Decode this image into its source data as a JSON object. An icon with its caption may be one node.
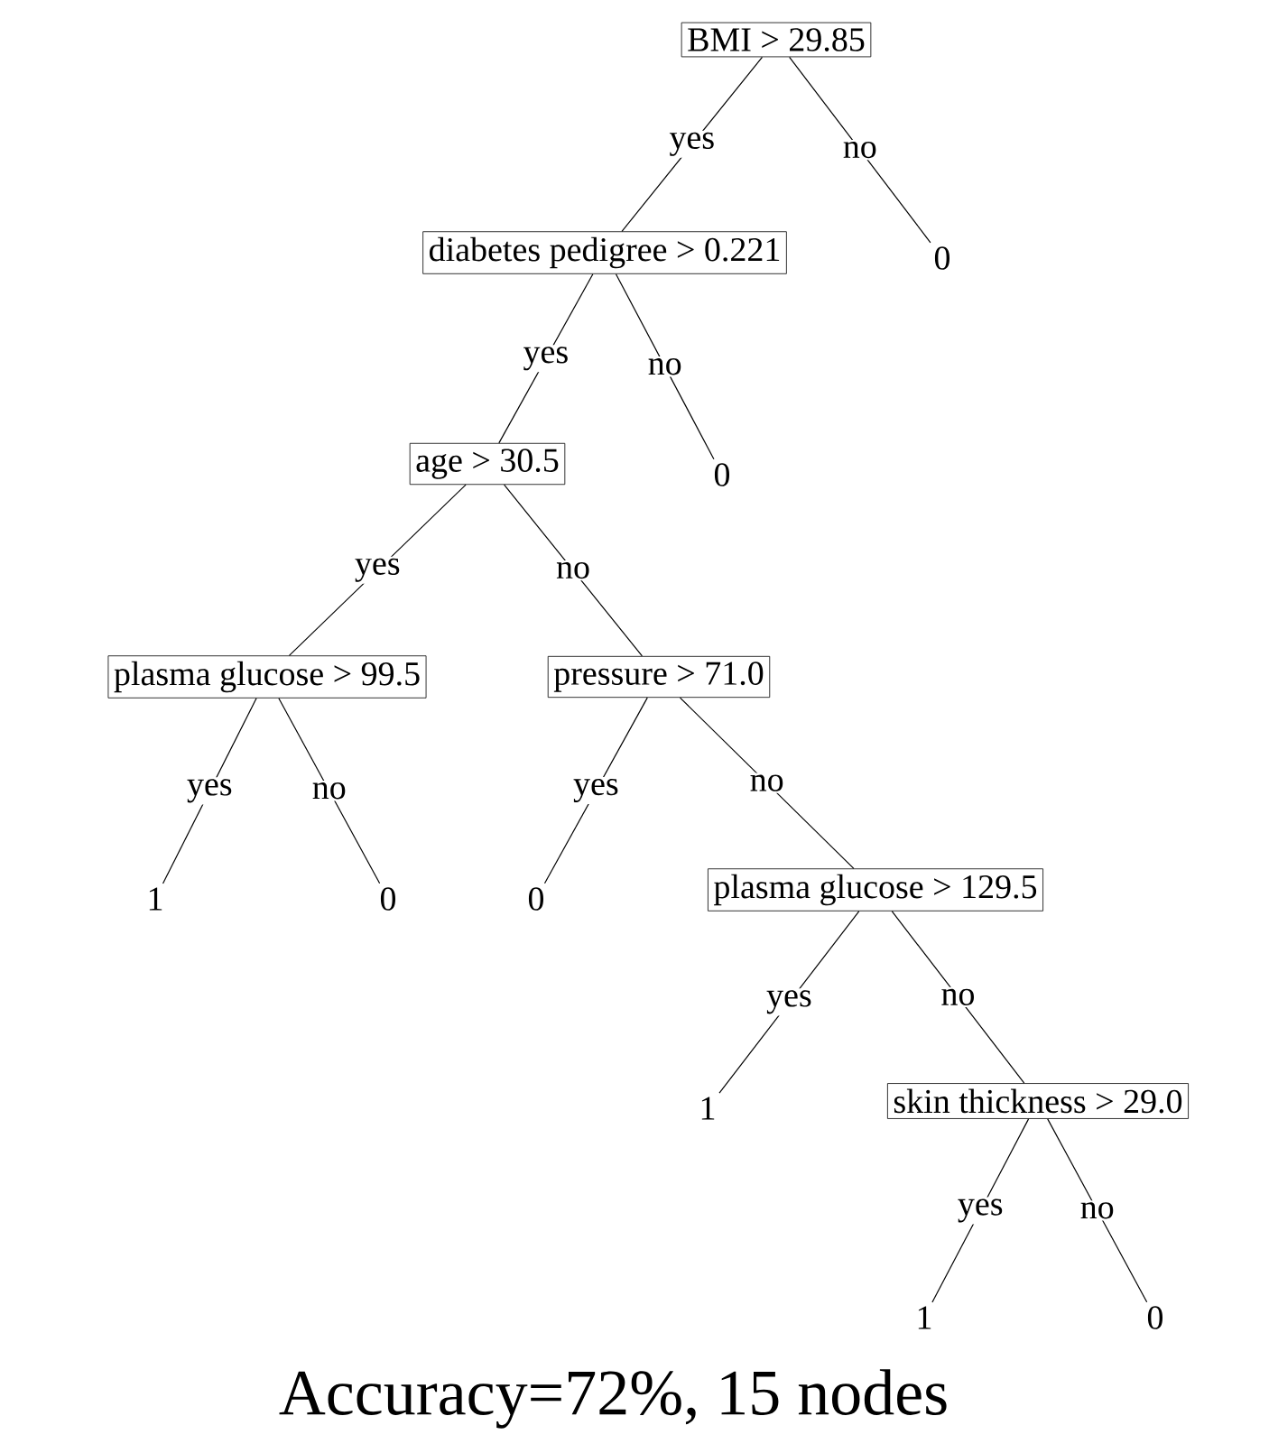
{
  "diagram": {
    "caption": "Accuracy=72%, 15 nodes",
    "nodes": [
      {
        "text": [
          "BMI > 29.85"
        ]
      },
      {
        "text": [
          "diabetes pedigree > 0.221"
        ]
      },
      {
        "text": [
          "0"
        ]
      },
      {
        "text": [
          "age > 30.5"
        ]
      },
      {
        "text": [
          "0"
        ]
      },
      {
        "text": [
          "plasma glucose > 99.5"
        ]
      },
      {
        "text": [
          "pressure > 71.0"
        ]
      },
      {
        "text": [
          "1"
        ]
      },
      {
        "text": [
          "0"
        ]
      },
      {
        "text": [
          "0"
        ]
      },
      {
        "text": [
          "plasma glucose > 129.5"
        ]
      },
      {
        "text": [
          "1"
        ]
      },
      {
        "text": [
          "skin thickness > 29.0"
        ]
      },
      {
        "text": [
          "1"
        ]
      },
      {
        "text": [
          "0"
        ]
      }
    ],
    "edges": [
      {
        "from": 0,
        "to": 1,
        "arrow": "none",
        "label": "yes"
      },
      {
        "from": 0,
        "to": 2,
        "arrow": "none",
        "label": "no"
      },
      {
        "from": 1,
        "to": 3,
        "arrow": "none",
        "label": "yes"
      },
      {
        "from": 1,
        "to": 4,
        "arrow": "none",
        "label": "no"
      },
      {
        "from": 3,
        "to": 5,
        "arrow": "none",
        "label": "yes"
      },
      {
        "from": 3,
        "to": 6,
        "arrow": "none",
        "label": "no"
      },
      {
        "from": 5,
        "to": 7,
        "arrow": "none",
        "label": "yes"
      },
      {
        "from": 5,
        "to": 8,
        "arrow": "none",
        "label": "no"
      },
      {
        "from": 6,
        "to": 9,
        "arrow": "none",
        "label": "yes"
      },
      {
        "from": 6,
        "to": 10,
        "arrow": "none",
        "label": "no"
      },
      {
        "from": 10,
        "to": 11,
        "arrow": "none",
        "label": "yes"
      },
      {
        "from": 10,
        "to": 12,
        "arrow": "none",
        "label": "no"
      },
      {
        "from": 12,
        "to": 13,
        "arrow": "none",
        "label": "yes"
      },
      {
        "from": 12,
        "to": 14,
        "arrow": "none",
        "label": "no"
      }
    ]
  }
}
